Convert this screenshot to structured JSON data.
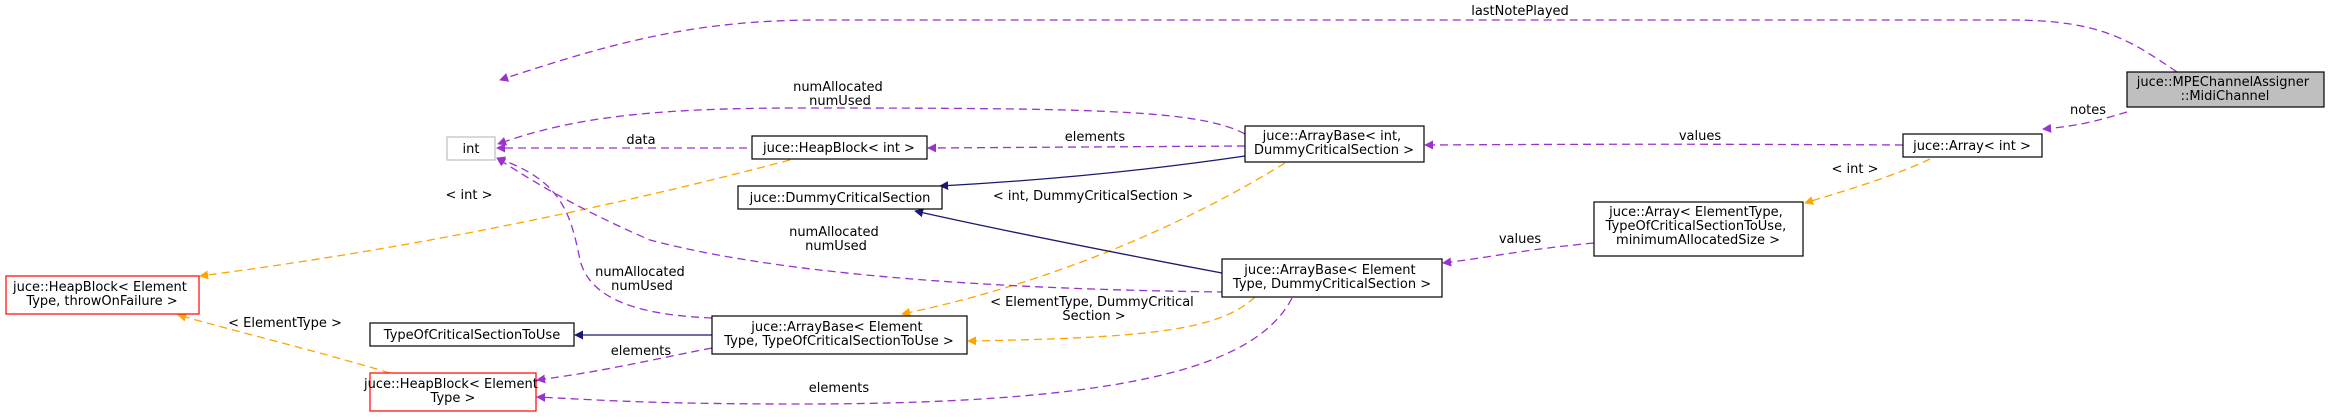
{
  "nodes": {
    "midichannel": {
      "lines": [
        "juce::MPEChannelAssigner",
        "::MidiChannel"
      ]
    },
    "int": {
      "lines": [
        "int"
      ]
    },
    "heapblock_int": {
      "lines": [
        "juce::HeapBlock< int >"
      ]
    },
    "arraybase_int": {
      "lines": [
        "juce::ArrayBase< int,",
        "DummyCriticalSection >"
      ]
    },
    "array_int": {
      "lines": [
        "juce::Array< int >"
      ]
    },
    "dummycs": {
      "lines": [
        "juce::DummyCriticalSection"
      ]
    },
    "array_generic": {
      "lines": [
        "juce::Array< ElementType,",
        "TypeOfCriticalSectionToUse,",
        "minimumAllocatedSize >"
      ]
    },
    "arraybase_elem_dummy": {
      "lines": [
        "juce::ArrayBase< Element",
        "Type, DummyCriticalSection >"
      ]
    },
    "heapblock_throw": {
      "lines": [
        "juce::HeapBlock< Element",
        "Type, throwOnFailure >"
      ]
    },
    "typeofcs": {
      "lines": [
        "TypeOfCriticalSectionToUse"
      ]
    },
    "arraybase_elem_tocs": {
      "lines": [
        "juce::ArrayBase< Element",
        "Type, TypeOfCriticalSectionToUse >"
      ]
    },
    "heapblock_elem": {
      "lines": [
        "juce::HeapBlock< Element",
        "Type >"
      ]
    }
  },
  "edge_labels": {
    "lastNotePlayed": [
      "lastNotePlayed"
    ],
    "notes": [
      "notes"
    ],
    "values_top": [
      "values"
    ],
    "int_tmpl_array": [
      "< int >"
    ],
    "numalloc_top": [
      "numAllocated",
      "numUsed"
    ],
    "elements_top": [
      "elements"
    ],
    "data": [
      "data"
    ],
    "int_tmpl_heap": [
      "< int >"
    ],
    "int_dummy_tmpl": [
      "< int, DummyCriticalSection >"
    ],
    "numalloc_mid": [
      "numAllocated",
      "numUsed"
    ],
    "values_mid": [
      "values"
    ],
    "numalloc_left": [
      "numAllocated",
      "numUsed"
    ],
    "elem_dummy_tmpl": [
      "< ElementType, DummyCritical",
      "Section >"
    ],
    "elementtype_tmpl": [
      "< ElementType >"
    ],
    "elements_left": [
      "elements"
    ],
    "elements_bottom": [
      "elements"
    ]
  }
}
